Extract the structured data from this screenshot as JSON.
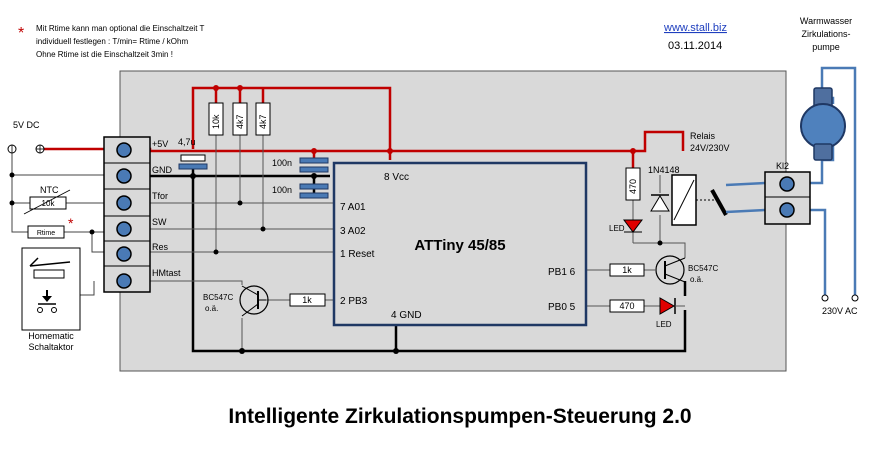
{
  "notes": {
    "line1": "Mit Rtime kann man optional die Einschaltzeit  T",
    "line2": "individuell festlegen : T/min= Rtime / kOhm",
    "line3": "Ohne Rtime ist die Einschaltzeit 3min !",
    "asterisk": "*"
  },
  "header": {
    "website": "www.stall.biz",
    "date": "03.11.2014"
  },
  "pump": {
    "line1": "Warmwasser",
    "line2": "Zirkulations-",
    "line3": "pumpe"
  },
  "supply": {
    "label": "5V DC"
  },
  "terminal": {
    "plus5v": "+5V",
    "gnd": "GND",
    "tfor": "Tfor",
    "sw": "SW",
    "res": "Res",
    "hmtast": "HMtast"
  },
  "left": {
    "ntc": "NTC",
    "ntc_value": "10k",
    "rtime": "Rtime",
    "asterisk": "*",
    "homematic1": "Homematic",
    "homematic2": "Schaltaktor"
  },
  "parts": {
    "cap1": "4,7u",
    "r1": "10k",
    "r2": "4k7",
    "r3": "4k7",
    "cap2": "100n",
    "cap3": "100n",
    "relay1": "Relais",
    "relay2": "24V/230V",
    "diode": "1N4148",
    "r_led": "470",
    "led1": "LED",
    "kl2": "Kl2",
    "r_pb1": "1k",
    "t1": "BC547C",
    "t1b": "o.ä.",
    "r_pb0": "470",
    "led2": "LED",
    "t2": "BC547C",
    "t2b": "o.ä.",
    "r_pb3": "1k",
    "ac": "230V AC"
  },
  "chip": {
    "name": "ATTiny 45/85",
    "vcc": "8 Vcc",
    "a01": "7 A01",
    "a02": "3 A02",
    "reset": "1 Reset",
    "pb3": "2 PB3",
    "gnd": "4 GND",
    "pb1": "PB1  6",
    "pb0": "PB0  5"
  },
  "title": "Intelligente Zirkulationspumpen-Steuerung 2.0"
}
